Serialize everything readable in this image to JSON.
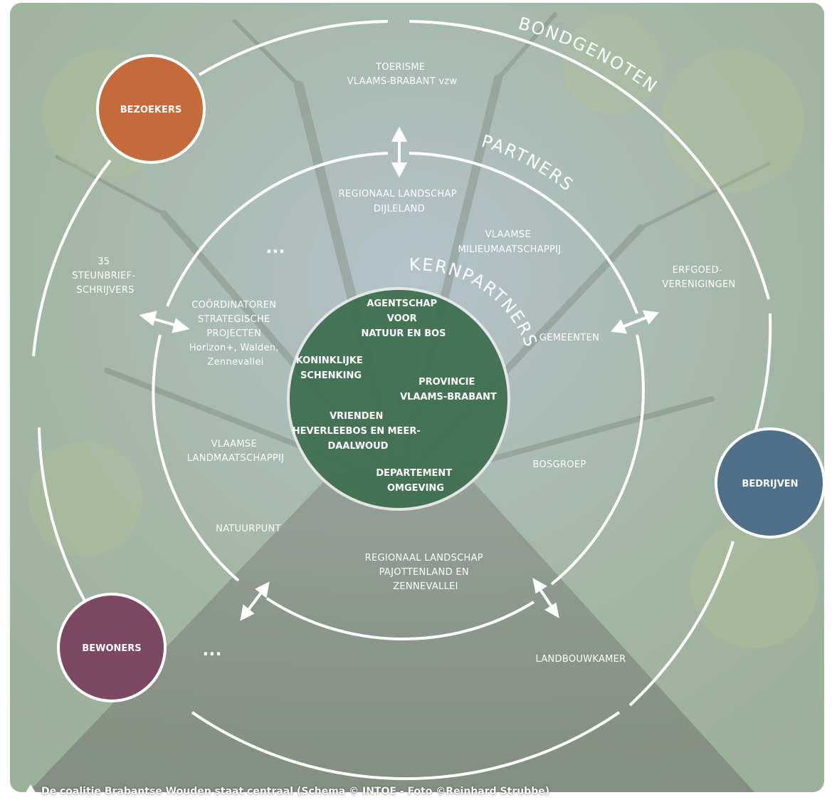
{
  "rings": {
    "outer_title": "BONDGENOTEN",
    "middle_title": "PARTNERS",
    "inner_title": "KERNPARTNERS"
  },
  "core": {
    "agentschap": [
      "AGENTSCHAP",
      "VOOR",
      "NATUUR EN BOS"
    ],
    "koninklijke": [
      "KONINKLIJKE",
      "SCHENKING"
    ],
    "provincie": [
      "PROVINCIE",
      "VLAAMS-BRABANT"
    ],
    "vrienden": [
      "VRIENDEN",
      "HEVERLEEBOS EN MEER-",
      "DAALWOUD"
    ],
    "departement": [
      "DEPARTEMENT",
      "OMGEVING"
    ]
  },
  "partners": {
    "rl_dijleland": [
      "REGIONAAL LANDSCHAP",
      "DIJLELAND"
    ],
    "vmm": [
      "VLAAMSE",
      "MILIEUMAATSCHAPPIJ"
    ],
    "coordinatoren": [
      "COÖRDINATOREN",
      "STRATEGISCHE",
      "PROJECTEN",
      "Horizon+, Walden,",
      "Zennevallei"
    ],
    "gemeenten": "GEMEENTEN",
    "vlm": [
      "VLAAMSE",
      "LANDMAATSCHAPPIJ"
    ],
    "bosgroep": "BOSGROEP",
    "natuurpunt": "NATUURPUNT",
    "rl_pajottenland": [
      "REGIONAAL LANDSCHAP",
      "PAJOTTENLAND EN",
      "ZENNEVALLEI"
    ],
    "ellipsis": "..."
  },
  "allies": {
    "toerisme": [
      "TOERISME",
      "VLAAMS-BRABANT vzw"
    ],
    "steunbrief": [
      "35",
      "STEUNBRIEF-",
      "SCHRIJVERS"
    ],
    "erfgoed": [
      "ERFGOED-",
      "VERENIGINGEN"
    ],
    "landbouwkamer": "LANDBOUWKAMER",
    "ellipsis": "..."
  },
  "stakeholders": {
    "bezoekers": {
      "label": "BEZOEKERS",
      "color": "#c56a3b"
    },
    "bedrijven": {
      "label": "BEDRIJVEN",
      "color": "#4f7088"
    },
    "bewoners": {
      "label": "BEWONERS",
      "color": "#7c4862"
    }
  },
  "colors": {
    "core": "#3f7150",
    "sky": "#9db3c0",
    "foliage": "#8fa677",
    "trunk": "#6f7a6f"
  },
  "caption": "De coalitie Brabantse Wouden staat centraal (Schema © INTOE - Foto  ©Reinhard Strubbe)"
}
